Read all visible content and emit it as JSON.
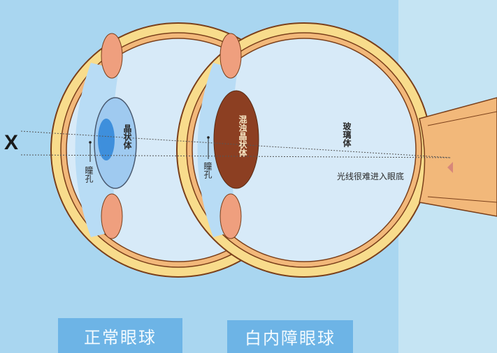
{
  "diagram": {
    "x_marker": "X",
    "normal_eye": {
      "lens_label": "晶状体",
      "pupil_label": "瞳孔",
      "caption": "正常眼球"
    },
    "cataract_eye": {
      "lens_label": "混浊晶状体",
      "pupil_label": "瞳孔",
      "vitreous_label": "玻璃体",
      "light_note": "光线很难进入眼底",
      "caption": "白内障眼球"
    },
    "colors": {
      "background": "#a9d6f0",
      "sclera": "#f8dc8c",
      "choroid": "#f2b87a",
      "outline": "#7a3f1a",
      "ciliary": "#ef9f7e",
      "eye_interior": "#d7eaf8",
      "cornea_chamber": "#b8dcf5",
      "normal_lens": "#9fcaf0",
      "normal_lens_inner": "#3e8fdc",
      "cloudy_lens": "#8c3f22",
      "caption_box": "#6db4e6",
      "caption_text": "#f4fbff"
    }
  }
}
